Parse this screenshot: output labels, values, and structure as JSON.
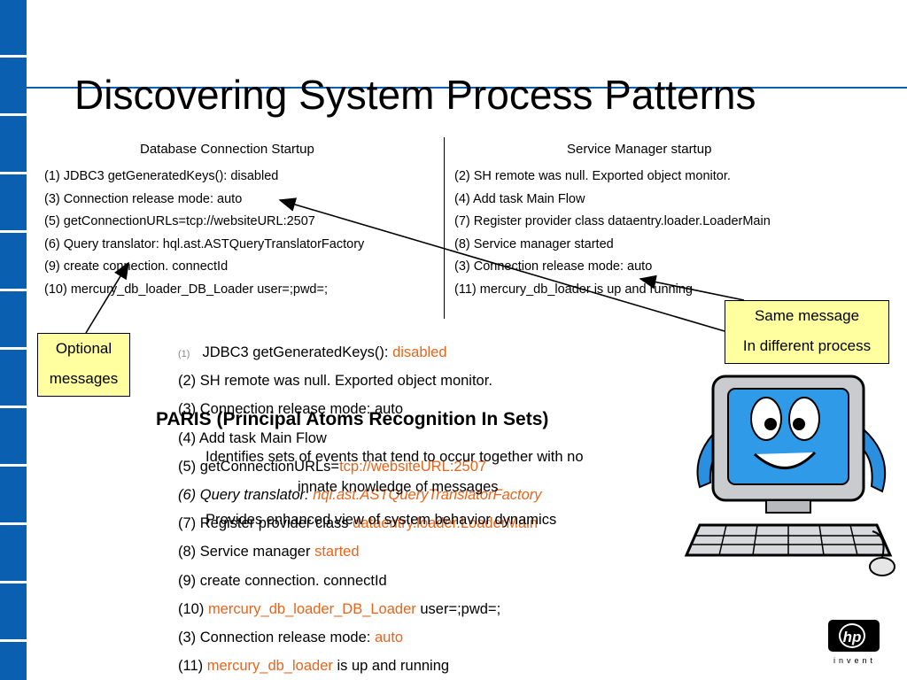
{
  "title": "Discovering System Process Patterns",
  "left_column": {
    "heading": "Database Connection Startup",
    "items": [
      "(1) JDBC3 getGeneratedKeys(): disabled",
      "(3) Connection release mode: auto",
      "(5) getConnectionURLs=tcp://websiteURL:2507",
      "(6) Query translator: hql.ast.ASTQueryTranslatorFactory",
      "(9) create connection. connectId",
      "(10) mercury_db_loader_DB_Loader user=;pwd=;"
    ]
  },
  "right_column": {
    "heading": "Service Manager startup",
    "items": [
      "(2) SH remote was null. Exported object monitor.",
      "(4) Add task Main Flow",
      "(7) Register provider class dataentry.loader.LoaderMain",
      "(8) Service manager started",
      "(3) Connection release mode: auto",
      "(11) mercury_db_loader is up and running"
    ]
  },
  "callouts": {
    "optional": [
      "Optional",
      "messages"
    ],
    "same": [
      "Same message",
      "In different process"
    ]
  },
  "sequence": {
    "r1": {
      "num": "(1)",
      "text": "JDBC3 getGeneratedKeys():",
      "hl": "disabled"
    },
    "r2": "(2) SH remote was null. Exported object monitor.",
    "r3": "(3) Connection release mode: auto",
    "r4": "(4) Add task Main Flow",
    "r5": {
      "text": "(5) getConnectionURLs=",
      "hl": "tcp://websiteURL:2507"
    },
    "r6": {
      "text": "(6) Query translator:",
      "hl": "hql.ast.ASTQueryTranslatorFactory"
    },
    "r7": {
      "text": "(7) Register provider class",
      "hl": "dataentry.loader.LoaderMain"
    },
    "r8": {
      "text": "(8) Service manager",
      "hl": "started"
    },
    "r9": "(9) create connection. connectId",
    "r10": {
      "pre": "(10)",
      "hl": "mercury_db_loader_DB_Loader",
      "post": "user=;pwd=;"
    },
    "r11": {
      "text": "(3) Connection release mode:",
      "hl": "auto"
    },
    "r12": {
      "pre": "(11)",
      "hl": "mercury_db_loader",
      "post": "is up and running"
    }
  },
  "paris": {
    "heading": "PARIS (Principal Atoms Recognition In Sets)",
    "line1": "Identifies sets of events that tend to occur together with no",
    "line2": "innate knowledge of messages",
    "line3": "Provides enhanced view of system behavior dynamics"
  },
  "logo": {
    "mark": "hp",
    "tagline": "invent"
  },
  "colors": {
    "accent_blue": "#0a5fb0",
    "highlight_orange": "#e8641a",
    "callout_yellow": "#ffffa0"
  }
}
